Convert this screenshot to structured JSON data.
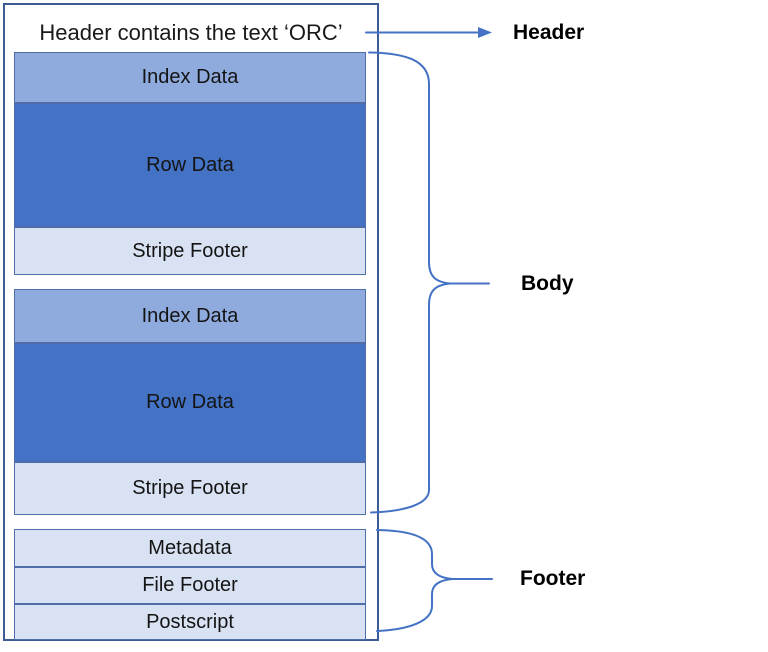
{
  "diagram": {
    "file_box": {
      "header_text": "Header contains the text ‘ORC’",
      "stripes": [
        {
          "index": "Index Data",
          "rows": "Row Data",
          "footer": "Stripe Footer"
        },
        {
          "index": "Index Data",
          "rows": "Row Data",
          "footer": "Stripe Footer"
        }
      ],
      "footer_sections": {
        "metadata": "Metadata",
        "file_footer": "File Footer",
        "postscript": "Postscript"
      }
    },
    "labels": {
      "header": "Header",
      "body": "Body",
      "footer": "Footer"
    },
    "colors": {
      "index_fill": "#8FAADC",
      "row_data_fill": "#4472C4",
      "light_fill": "#D9E2F2",
      "inner_border": "#4F6EA9",
      "outer_border": "#3D5C95",
      "annotation_line": "#4472C4",
      "label_text": "#000000"
    }
  }
}
